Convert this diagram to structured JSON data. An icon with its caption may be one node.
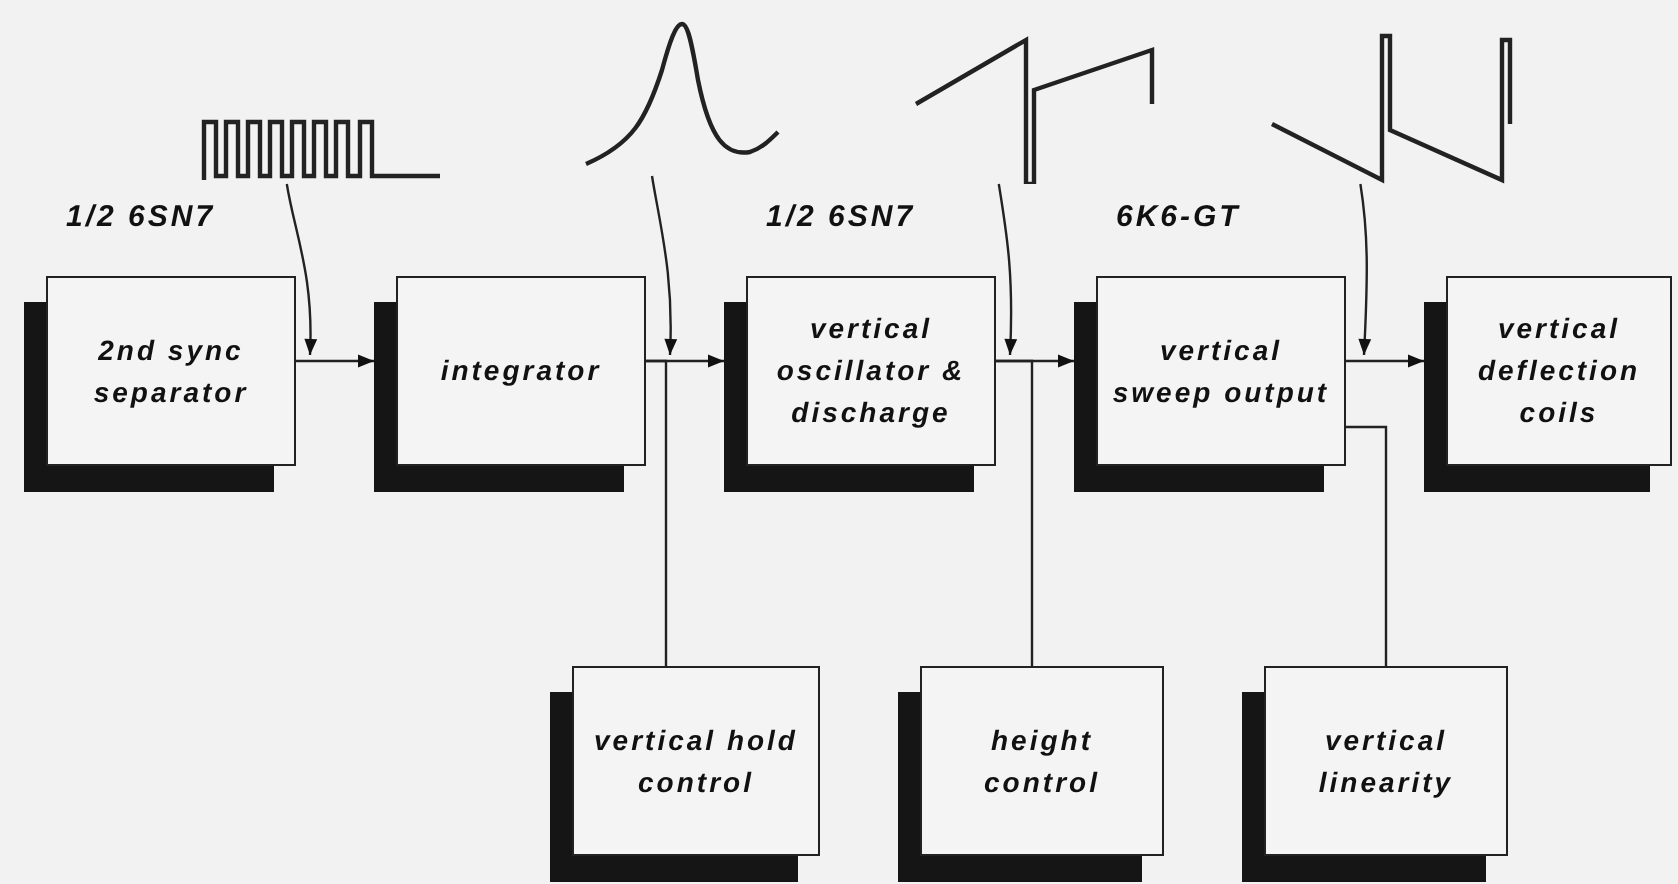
{
  "diagram": {
    "nodes": [
      {
        "text": [],
        "shape": "picture"
      },
      {
        "text": [],
        "shape": "picture"
      },
      {
        "text": [],
        "shape": "picture"
      },
      {
        "text": [],
        "shape": "picture"
      },
      {
        "text": [
          "2nd sync separator"
        ]
      },
      {
        "text": [
          "integrator"
        ]
      },
      {
        "text": [
          "vertical oscillator & discharge"
        ]
      },
      {
        "text": [
          "vertical sweep output"
        ]
      },
      {
        "text": [
          "vertical deflection coils"
        ]
      },
      {
        "text": [
          "vertical hold control"
        ]
      },
      {
        "text": [
          "height control"
        ]
      },
      {
        "text": [
          "vertical linearity"
        ]
      }
    ],
    "edges": [
      {
        "from": 4,
        "to": 5,
        "arrow": "to"
      },
      {
        "from": 5,
        "to": 6,
        "arrow": "to"
      },
      {
        "from": 6,
        "to": 7,
        "arrow": "to"
      },
      {
        "from": 7,
        "to": 8,
        "arrow": "to"
      },
      {
        "from": 5,
        "to": 9,
        "arrow": "none"
      },
      {
        "from": 6,
        "to": 10,
        "arrow": "none"
      },
      {
        "from": 7,
        "to": 11,
        "arrow": "none"
      },
      {
        "from": 0,
        "to": 4,
        "arrow": "to"
      },
      {
        "from": 1,
        "to": 5,
        "arrow": "to"
      },
      {
        "from": 2,
        "to": 6,
        "arrow": "to"
      },
      {
        "from": 3,
        "to": 7,
        "arrow": "to"
      }
    ],
    "labels": [
      "1/2 6SN7",
      "1/2 6SN7",
      "6K6-GT"
    ]
  }
}
